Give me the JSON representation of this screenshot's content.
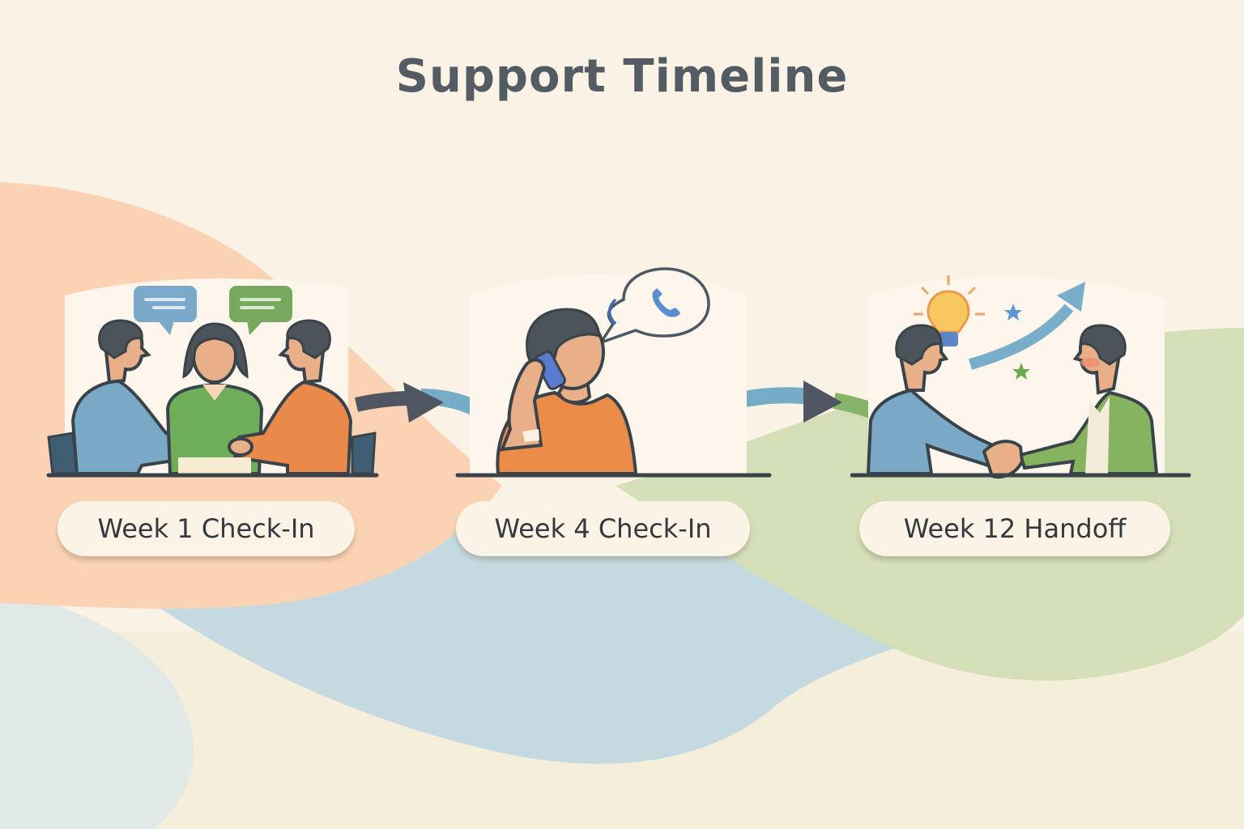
{
  "title": "Support Timeline",
  "colors": {
    "title": "#535c63",
    "peach": "#f9d3b3",
    "blue": "#c4dae0",
    "green": "#d4dfb7",
    "cream": "#fbf2e6",
    "arrow_dark": "#4f5661",
    "path_blue": "#75adc6",
    "path_green": "#86b56a"
  },
  "stages": [
    {
      "label": "Week 1 Check-In",
      "illustration": "three-people-meeting-at-table",
      "icons": [
        "chat-bubble-blue-icon",
        "chat-bubble-green-icon"
      ]
    },
    {
      "label": "Week 4 Check-In",
      "illustration": "person-on-phone-call",
      "icons": [
        "phone-speech-bubble-icon"
      ]
    },
    {
      "label": "Week 12 Handoff",
      "illustration": "two-people-handshake",
      "icons": [
        "lightbulb-icon",
        "upward-arrow-icon",
        "star-icon"
      ]
    }
  ],
  "connectors": [
    "arrow-right-icon",
    "arrow-right-icon"
  ]
}
